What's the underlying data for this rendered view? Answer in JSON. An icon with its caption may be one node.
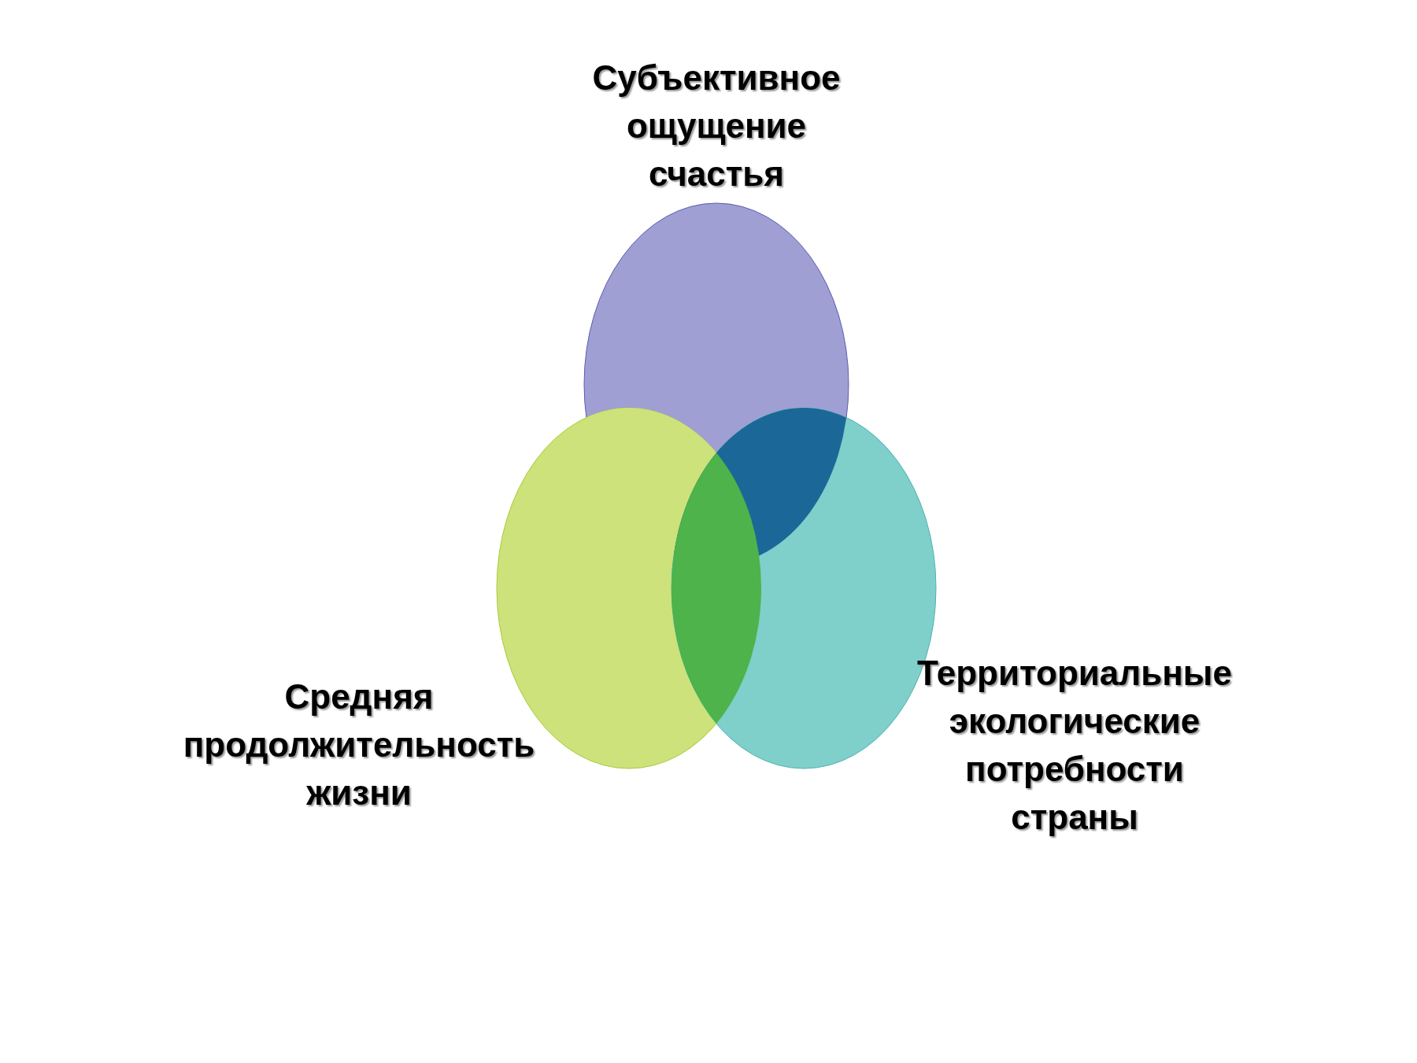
{
  "diagram": {
    "nodes": [
      {
        "text": [
          "Субъективное ощущение счастья"
        ]
      },
      {
        "text": [
          "Средняя продолжительность жизни"
        ]
      },
      {
        "text": [
          "Территориальные экологические потребности страны"
        ]
      }
    ]
  }
}
